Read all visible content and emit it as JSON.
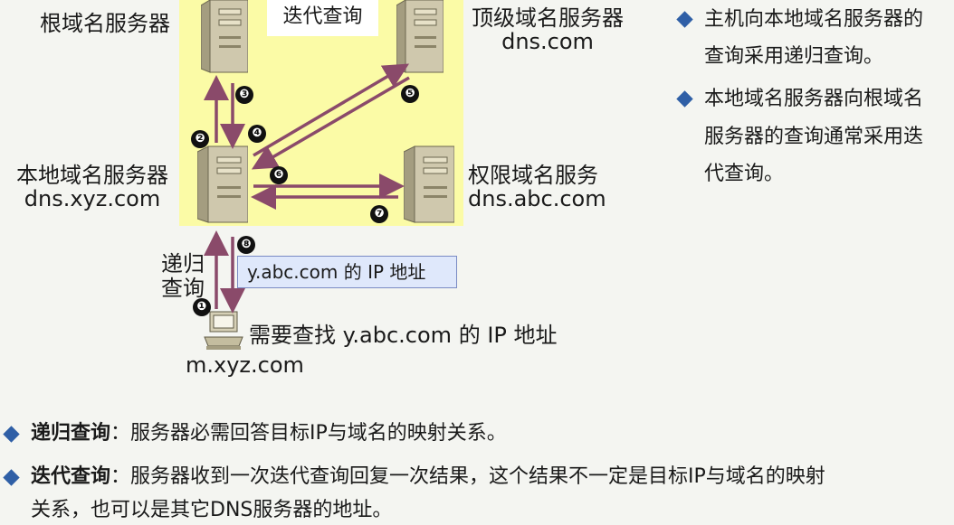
{
  "diagram": {
    "title_box": "迭代查询",
    "root_server_label": "根域名服务器",
    "tld_server_label": "顶级域名服务器",
    "tld_server_domain": "dns.com",
    "local_server_label": "本地域名服务器",
    "local_server_domain": "dns.xyz.com",
    "auth_server_label": "权限域名服务",
    "auth_server_domain": "dns.abc.com",
    "recursive_label_1": "递归",
    "recursive_label_2": "查询",
    "reply_box": "y.abc.com 的 IP 地址",
    "host_need": "需要查找 y.abc.com 的 IP 地址",
    "host_domain": "m.xyz.com",
    "steps": [
      "❶",
      "❷",
      "❸",
      "❹",
      "❺",
      "❻",
      "❼",
      "❽"
    ],
    "arrow_color": "#8a4a6a",
    "highlight_color": "#fbfba6"
  },
  "right_notes": {
    "note1_line1": "主机向本地域名服务器的",
    "note1_line2": "查询采用递归查询。",
    "note2_line1": "本地域名服务器向根域名",
    "note2_line2": "服务器的查询通常采用迭",
    "note2_line3": "代查询。"
  },
  "definitions": {
    "recursive_term": "递归查询",
    "recursive_desc": "：服务器必需回答目标IP与域名的映射关系。",
    "iterative_term": "迭代查询",
    "iterative_desc": "：服务器收到一次迭代查询回复一次结果，这个结果不一定是目标IP与域名的映射",
    "iterative_desc2": "关系，也可以是其它DNS服务器的地址。"
  },
  "accent_color": "#2f5fa6"
}
